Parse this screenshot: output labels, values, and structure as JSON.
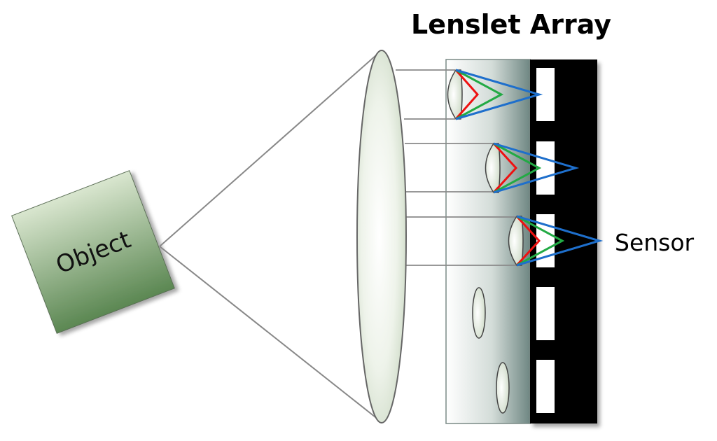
{
  "diagram": {
    "title": "Lenslet Array",
    "object_label": "Object",
    "sensor_label": "Sensor"
  },
  "colors": {
    "red_ray": "#ee1111",
    "green_ray": "#22aa44",
    "blue_ray": "#1e6fcc",
    "sensor_bg": "#000000",
    "object_fill_top": "#cfe0c4",
    "object_fill_bottom": "#5e8a55",
    "lens_fill": "#e6efe2"
  },
  "icons": [
    "main-lens-icon",
    "lenslet-icon",
    "sensor-pixel-icon",
    "object-icon"
  ]
}
